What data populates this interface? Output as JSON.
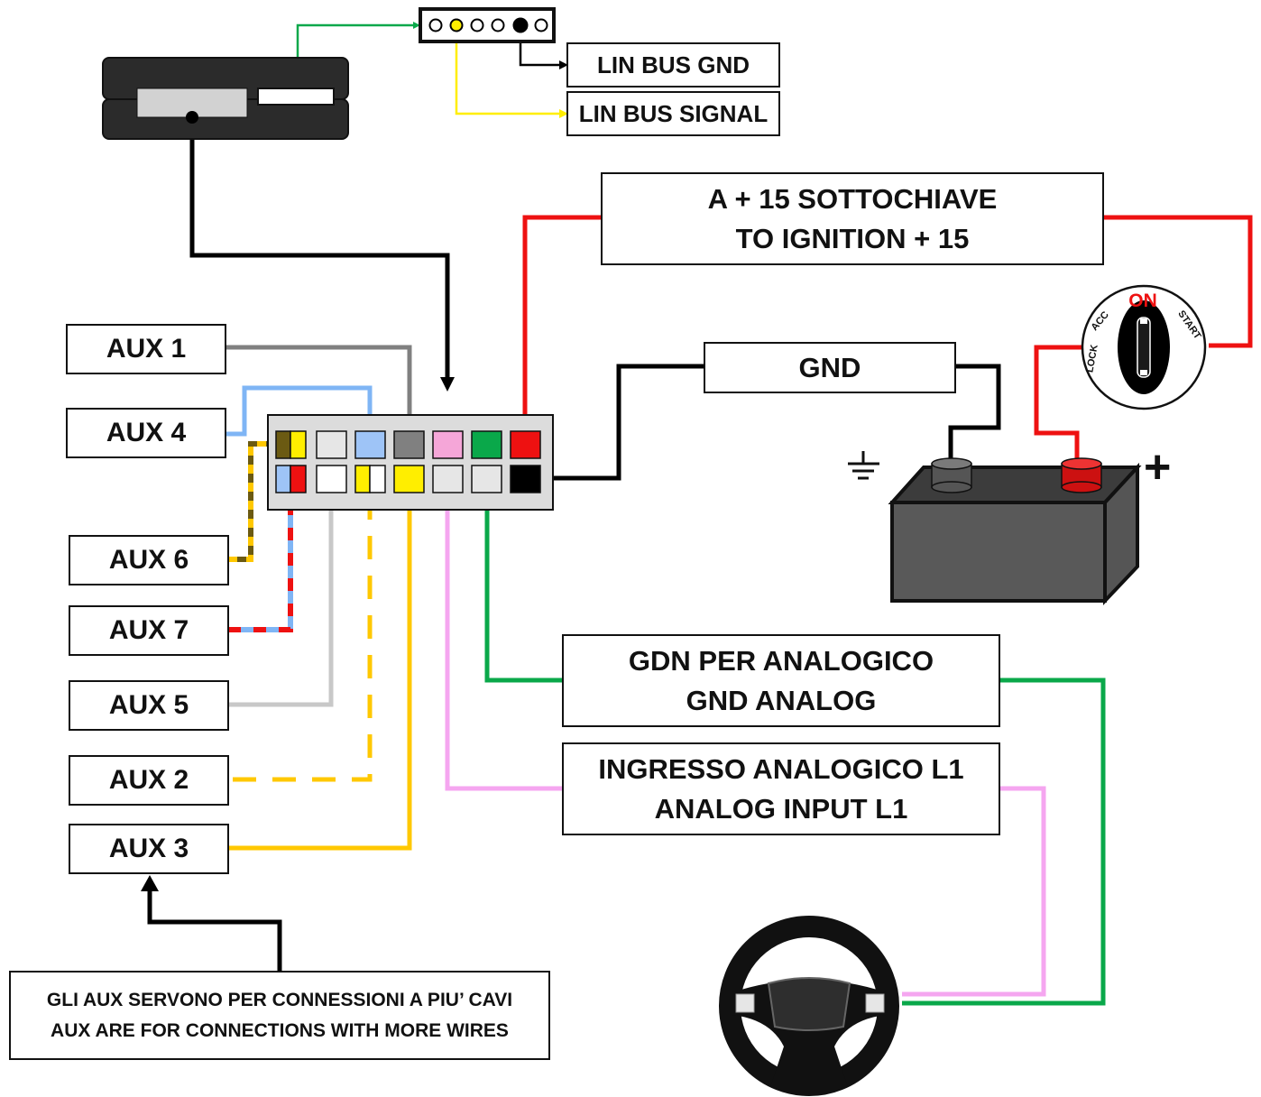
{
  "lin": {
    "gnd": "LIN BUS GND",
    "signal": "LIN BUS SIGNAL"
  },
  "ignition": {
    "line1": "A + 15 SOTTOCHIAVE",
    "line2": "TO IGNITION + 15"
  },
  "gnd": {
    "label": "GND"
  },
  "analog_gnd": {
    "line1": "GDN PER ANALOGICO",
    "line2": "GND ANALOG"
  },
  "analog_input": {
    "line1": "INGRESSO ANALOGICO L1",
    "line2": "ANALOG INPUT L1"
  },
  "aux": {
    "aux1": "AUX 1",
    "aux4": "AUX 4",
    "aux6": "AUX 6",
    "aux7": "AUX 7",
    "aux5": "AUX 5",
    "aux2": "AUX 2",
    "aux3": "AUX 3"
  },
  "note": {
    "line1": "GLI AUX SERVONO PER CONNESSIONI A PIU’ CAVI",
    "line2": "AUX ARE FOR CONNECTIONS WITH MORE WIRES"
  },
  "ignition_switch": {
    "on": "ON",
    "acc": "ACC",
    "lock": "LOCK",
    "start": "START"
  },
  "battery": {
    "plus": "+",
    "ground_symbol": "⏚"
  },
  "colors": {
    "red": "#ee1111",
    "black": "#000000",
    "green": "#0aa84a",
    "yellow": "#ffee00",
    "gold": "#ffc800",
    "pink": "#f5a6f0",
    "blue": "#7fb5f5",
    "gray": "#808080",
    "light_gray": "#c8c8c8",
    "olive": "#6b5a12"
  }
}
